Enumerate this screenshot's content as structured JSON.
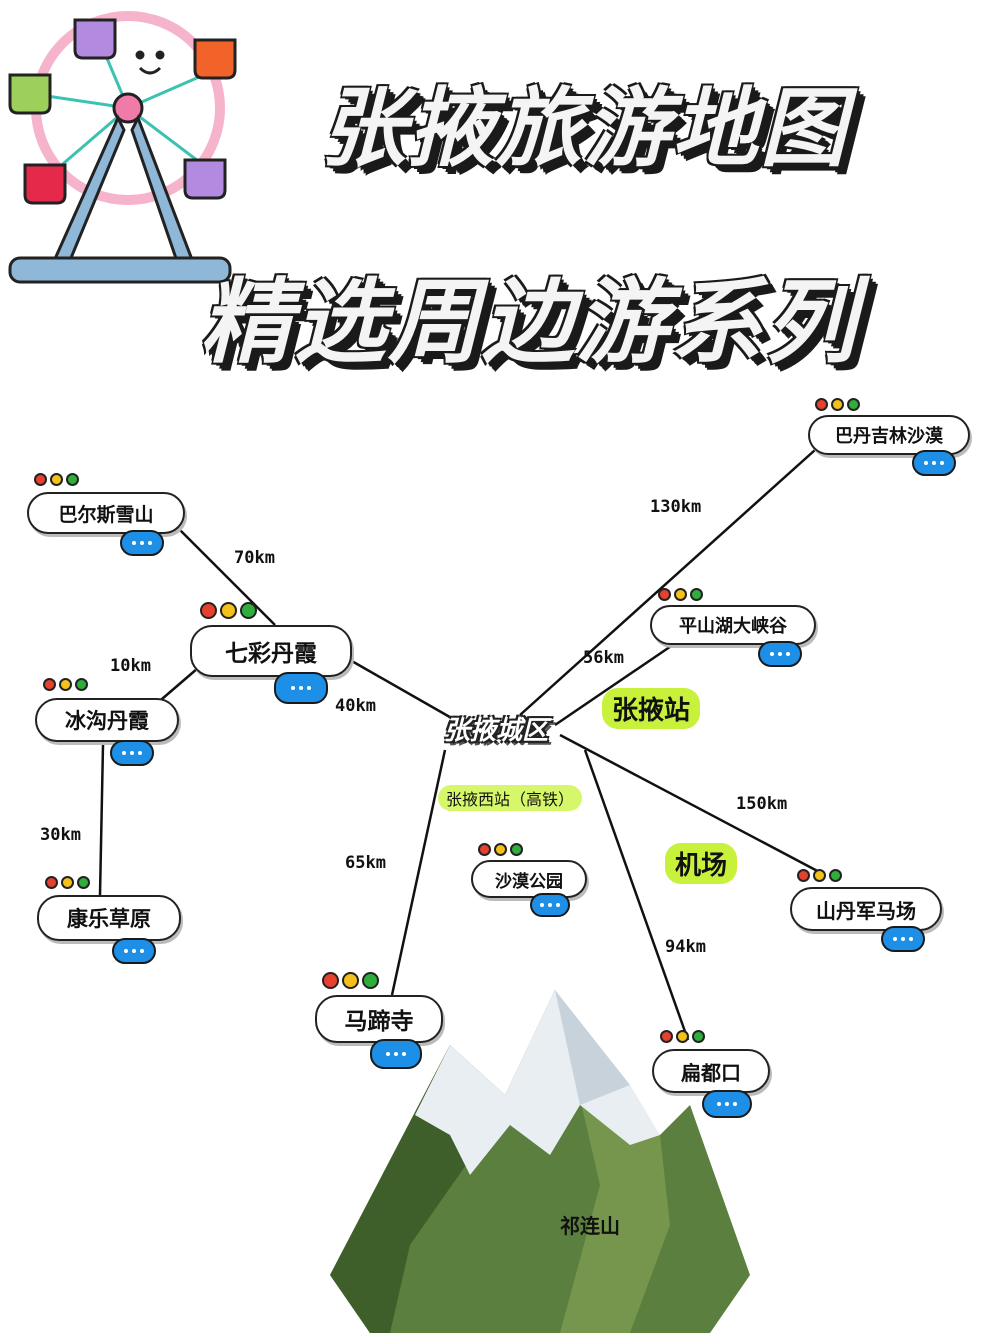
{
  "title_line1": "张掖旅游地图",
  "title_line2": "精选周边游系列",
  "hub_label": "张掖城区",
  "tags": {
    "station": "张掖站",
    "airport": "机场",
    "west_station": "张掖西站（高铁）"
  },
  "mountain_label": "祁连山",
  "attractions": {
    "badan_jilin": "巴丹吉林沙漠",
    "pingshan_lake": "平山湖大峡谷",
    "baersi": "巴尔斯雪山",
    "qicai": "七彩丹霞",
    "binggou": "冰沟丹霞",
    "kangle": "康乐草原",
    "shamo_park": "沙漠公园",
    "shandan": "山丹军马场",
    "mati": "马蹄寺",
    "biandukou": "扁都口"
  },
  "distances": {
    "badan_jilin": "130km",
    "pingshan_lake": "56km",
    "baersi": "70km",
    "binggou": "10km",
    "qicai": "40km",
    "kangle": "30km",
    "shandan": "150km",
    "mati": "65km",
    "biandukou": "94km"
  },
  "colors": {
    "light_red": "#e6412f",
    "light_yellow": "#f4c01a",
    "light_green": "#2fae3b",
    "more_button": "#1e8fe6",
    "tag_highlight": "#c7f13a"
  },
  "icons": [
    "ferris-wheel-icon",
    "traffic-lights-icon",
    "more-dots-icon",
    "mountain-icon"
  ]
}
